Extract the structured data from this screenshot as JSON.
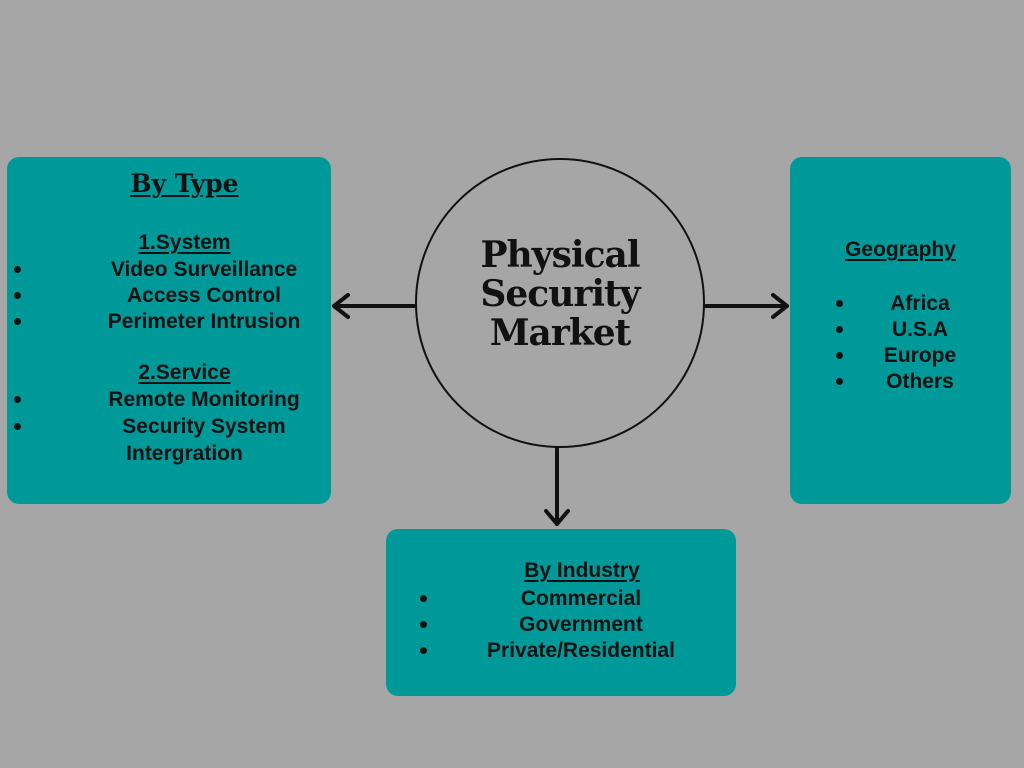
{
  "center": {
    "title_line1": "Physical",
    "title_line2": "Security",
    "title_line3": "Market"
  },
  "by_type": {
    "heading": "By Type",
    "system_heading": "1.System",
    "system_items": [
      "Video Surveillance",
      "Access Control",
      "Perimeter Intrusion"
    ],
    "service_heading": "2.Service",
    "service_items": [
      "Remote Monitoring",
      "Security System",
      "Intergration"
    ]
  },
  "geography": {
    "heading": "Geography",
    "items": [
      "Africa",
      "U.S.A",
      "Europe",
      "Others"
    ]
  },
  "by_industry": {
    "heading": "By Industry",
    "items": [
      "Commercial",
      "Government",
      "Private/Residential"
    ]
  },
  "colors": {
    "background": "#a6a6a6",
    "box": "#009999",
    "text": "#111111"
  }
}
